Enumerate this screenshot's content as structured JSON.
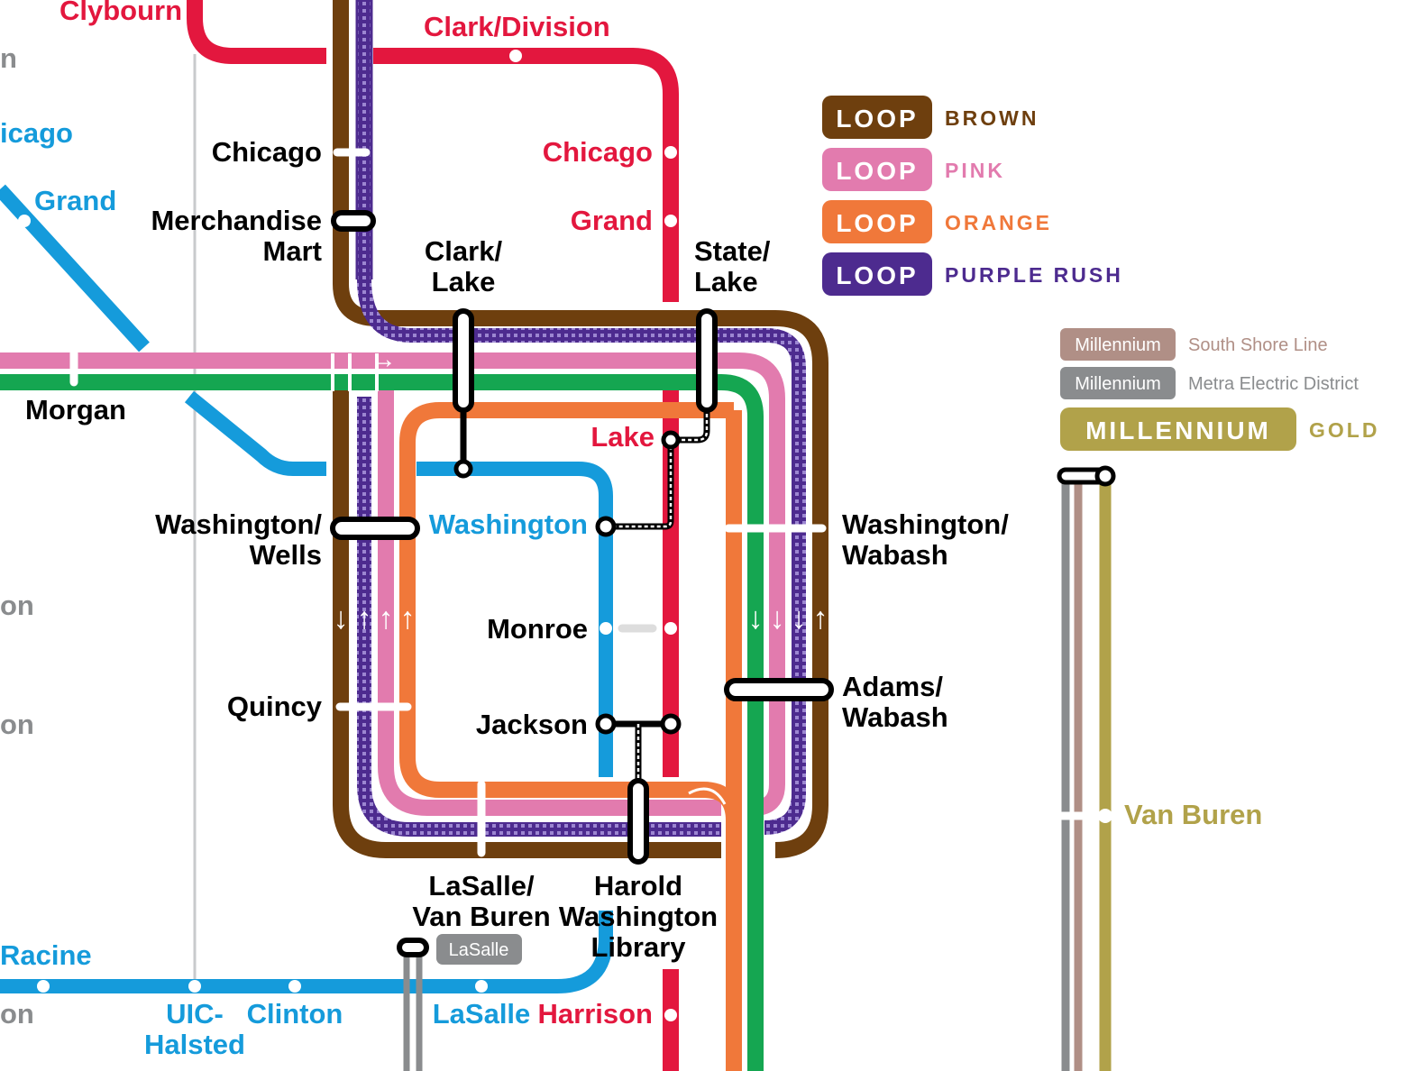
{
  "colors": {
    "red": "#E3173E",
    "brown": "#6E3F0E",
    "purple": "#4D2B8F",
    "pink": "#E27BAE",
    "orange": "#F0783A",
    "green": "#15A651",
    "blue": "#159BDB",
    "gray": "#8A8C8E",
    "taupe": "#B08F86",
    "gold": "#B1A24A",
    "lightgray": "#C8CACC"
  },
  "stations": {
    "clybourn": "Clybourn",
    "clark_division": "Clark/Division",
    "chicago_brown": "Chicago",
    "chicago_red": "Chicago",
    "chicago_blue_partial": "icago",
    "grand_blue": "Grand",
    "grand_red": "Grand",
    "merchandise_mart_1": "Merchandise",
    "merchandise_mart_2": "Mart",
    "clark_lake_1": "Clark/",
    "clark_lake_2": "Lake",
    "state_lake_1": "State/",
    "state_lake_2": "Lake",
    "morgan": "Morgan",
    "lake": "Lake",
    "washington_wells_1": "Washington/",
    "washington_wells_2": "Wells",
    "washington_blue": "Washington",
    "washington_wabash_1": "Washington/",
    "washington_wabash_2": "Wabash",
    "monroe": "Monroe",
    "quincy": "Quincy",
    "jackson": "Jackson",
    "adams_wabash_1": "Adams/",
    "adams_wabash_2": "Wabash",
    "lasalle_van_buren_1": "LaSalle/",
    "lasalle_van_buren_2": "Van Buren",
    "hwl_1": "Harold",
    "hwl_2": "Washington",
    "hwl_3": "Library",
    "racine": "Racine",
    "uic_halsted_1": "UIC-",
    "uic_halsted_2": "Halsted",
    "clinton": "Clinton",
    "lasalle_blue": "LaSalle",
    "harrison": "Harrison",
    "van_buren": "Van Buren",
    "lasalle_metra_pill": "LaSalle",
    "edge_n1": "n",
    "edge_on1": "on",
    "edge_on2": "on",
    "edge_on3": "on"
  },
  "legend": {
    "loop_label": "LOOP",
    "brown_name": "BROWN",
    "pink_name": "PINK",
    "orange_name": "ORANGE",
    "purple_name": "PURPLE RUSH",
    "millennium_small": "Millennium",
    "south_shore": "South Shore Line",
    "metra_electric": "Metra Electric District",
    "millennium_big": "MILLENNIUM",
    "gold_name": "GOLD"
  },
  "arrows": {
    "down": "↓",
    "up": "↑",
    "right": "→"
  }
}
